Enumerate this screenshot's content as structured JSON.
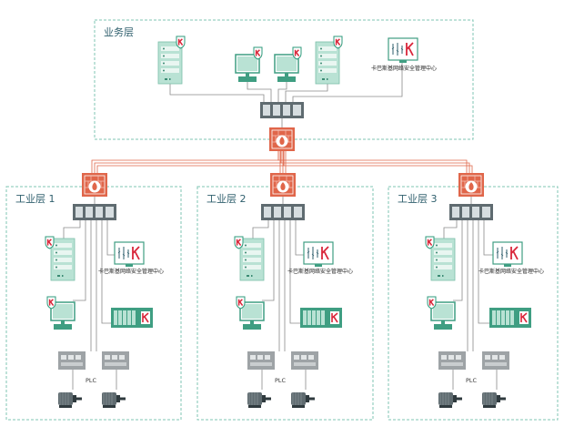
{
  "business_zone": {
    "label": "业务层",
    "mgmt_label": "卡巴斯基网络安全管理中心"
  },
  "industrial_zones": [
    {
      "label": "工业层 1",
      "mgmt_label": "卡巴斯基网络安全管理中心",
      "plc_label": "PLC"
    },
    {
      "label": "工业层 2",
      "mgmt_label": "卡巴斯基网络安全管理中心",
      "plc_label": "PLC"
    },
    {
      "label": "工业层 3",
      "mgmt_label": "卡巴斯基网络安全管理中心",
      "plc_label": "PLC"
    }
  ],
  "icons": {
    "brand_badge": "K",
    "server": "server-icon",
    "workstation": "workstation-icon",
    "switch": "network-switch-icon",
    "firewall": "firewall-icon",
    "plc": "plc-icon",
    "motor": "motor-icon",
    "hmi": "hmi-panel-icon"
  },
  "colors": {
    "zone_border": "#7fc4b3",
    "device_teal": "#9fd4c2",
    "firewall_orange": "#e0664a",
    "brand_red": "#d9263a",
    "link_line": "#8a8a8a",
    "switch_gray": "#8d9194"
  }
}
